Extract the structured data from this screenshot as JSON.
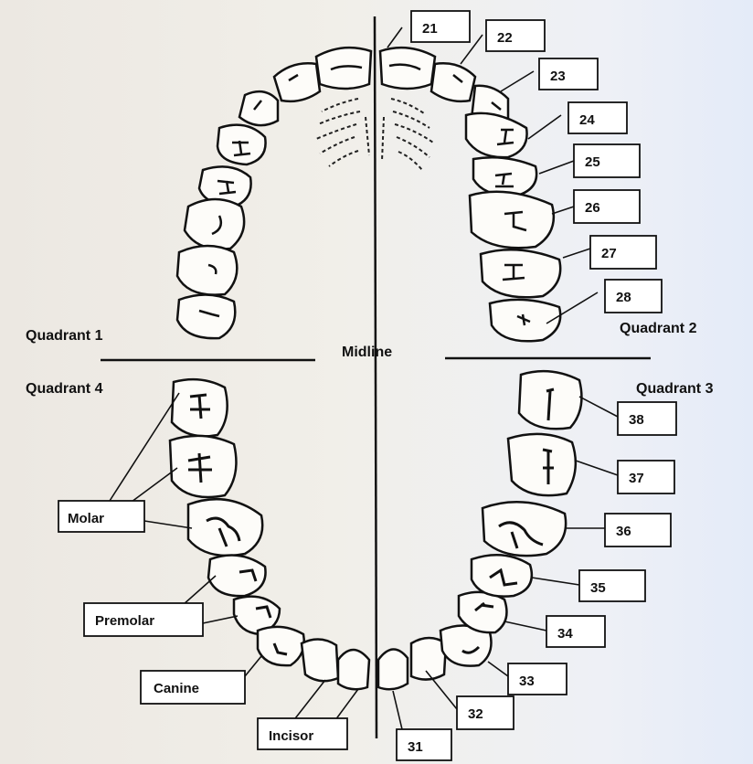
{
  "labels": {
    "quadrant1": "Quadrant 1",
    "quadrant2": "Quadrant 2",
    "quadrant3": "Quadrant 3",
    "quadrant4": "Quadrant 4",
    "midline": "Midline",
    "molar": "Molar",
    "premolar": "Premolar",
    "canine": "Canine",
    "incisor": "Incisor"
  },
  "tooth_numbers": [
    "21",
    "22",
    "23",
    "24",
    "25",
    "26",
    "27",
    "28",
    "31",
    "32",
    "33",
    "34",
    "35",
    "36",
    "37",
    "38"
  ],
  "colors": {
    "ink": "#111111",
    "box_fill": "#ffffff"
  }
}
